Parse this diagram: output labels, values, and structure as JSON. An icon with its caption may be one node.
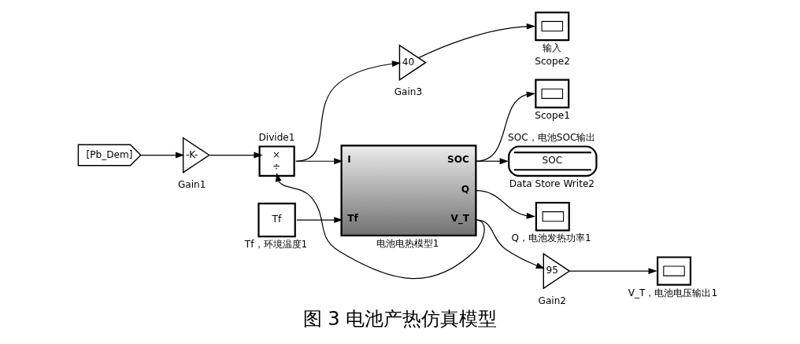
{
  "diagram": {
    "caption": "图 3 电池产热仿真模型",
    "nodes": [
      {
        "text": [
          "[Pb_Dem]"
        ]
      },
      {
        "text": [
          "-K-"
        ],
        "beside": [
          "Gain1"
        ]
      },
      {
        "text": [
          "×",
          "÷"
        ],
        "beside": [
          "Divide1"
        ]
      },
      {
        "text": [
          "40"
        ],
        "beside": [
          "Gain3"
        ]
      },
      {
        "text": [],
        "shape": "box",
        "beside": [
          "输入",
          "Scope2"
        ]
      },
      {
        "text": [],
        "shape": "box",
        "beside": [
          "Scope1"
        ]
      },
      {
        "text": [
          "I",
          "Tf",
          "SOC",
          "Q",
          "V_T"
        ],
        "beside": [
          "电池电热模型1"
        ]
      },
      {
        "text": [
          "Tf"
        ],
        "beside": [
          "Tf，环境温度1"
        ]
      },
      {
        "text": [
          "SOC"
        ],
        "beside": [
          "SOC，电池SOC输出",
          "Data Store Write2"
        ]
      },
      {
        "text": [],
        "shape": "box",
        "beside": [
          "Q，电池发热功率1"
        ]
      },
      {
        "text": [
          "95"
        ],
        "beside": [
          "Gain2"
        ]
      },
      {
        "text": [],
        "shape": "box",
        "beside": [
          "V_T，电池电压输出1"
        ]
      }
    ],
    "edges": [
      {
        "from": 0,
        "to": 1,
        "arrow": "to"
      },
      {
        "from": 1,
        "to": 2,
        "arrow": "to"
      },
      {
        "from": 2,
        "to": 3,
        "arrow": "to"
      },
      {
        "from": 2,
        "to": 6,
        "arrow": "to"
      },
      {
        "from": 3,
        "to": 4,
        "arrow": "to"
      },
      {
        "from": 6,
        "to": 5,
        "arrow": "to"
      },
      {
        "from": 6,
        "to": 8,
        "arrow": "to"
      },
      {
        "from": 7,
        "to": 6,
        "arrow": "to"
      },
      {
        "from": 6,
        "to": 9,
        "arrow": "to"
      },
      {
        "from": 6,
        "to": 10,
        "arrow": "to"
      },
      {
        "from": 6,
        "to": 2,
        "arrow": "to"
      },
      {
        "from": 10,
        "to": 11,
        "arrow": "to"
      }
    ]
  }
}
